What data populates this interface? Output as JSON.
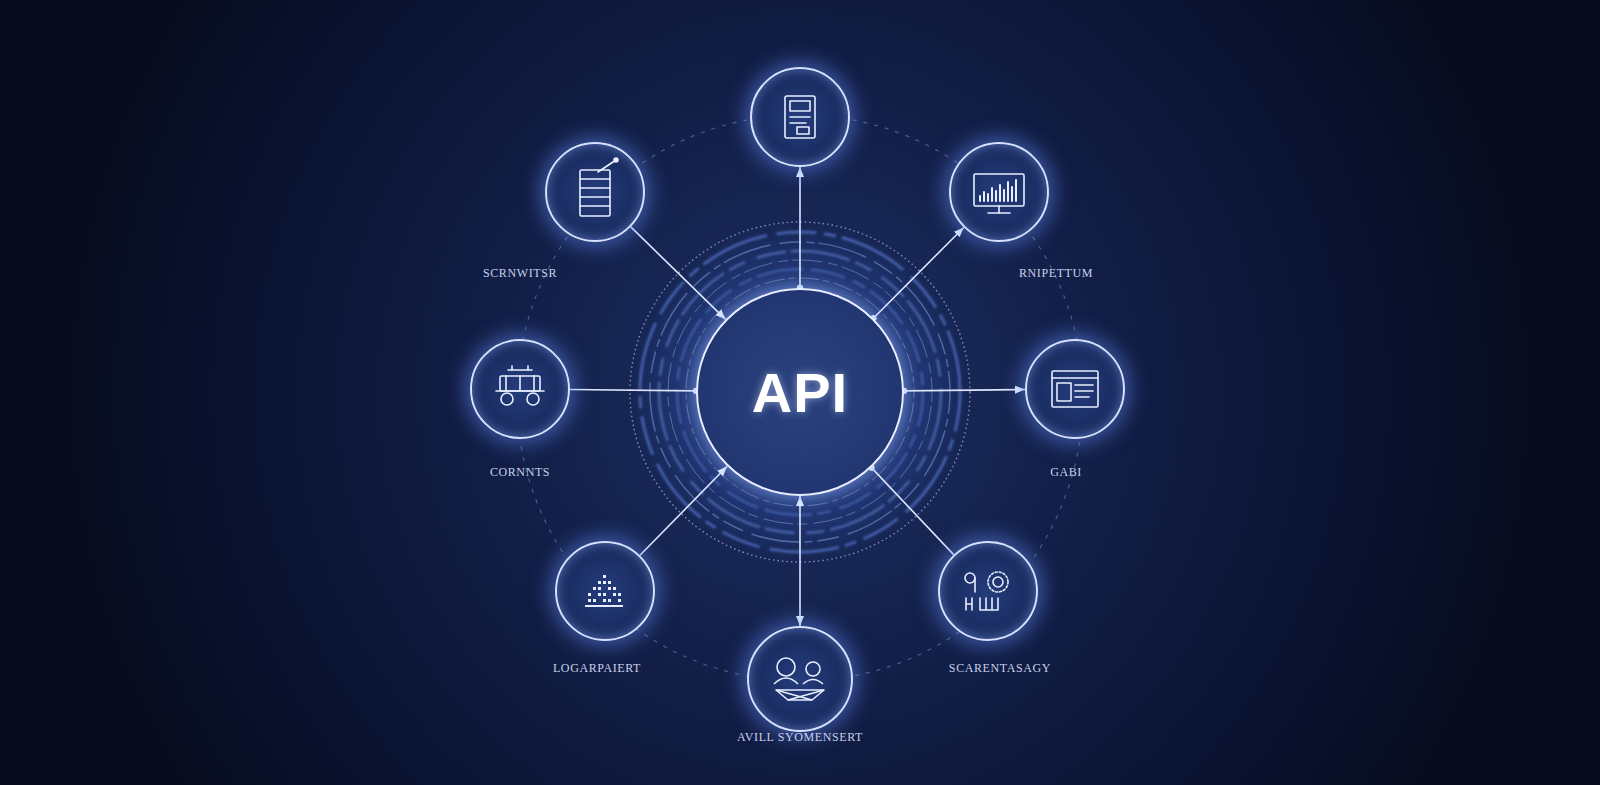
{
  "diagram": {
    "nodes": [
      {
        "text": [
          "API"
        ]
      },
      {
        "text": []
      },
      {
        "text": [
          "SCRNWITSR"
        ]
      },
      {
        "text": [
          "RNIPETTUM"
        ]
      },
      {
        "text": [
          "CORNNTS"
        ]
      },
      {
        "text": [
          "GABI"
        ]
      },
      {
        "text": [
          "LOGARPAIERT"
        ]
      },
      {
        "text": [
          "SCARENTASAGY"
        ]
      },
      {
        "text": [
          "AVILL SYOMENSERT"
        ]
      }
    ],
    "edges": [
      {
        "from": 0,
        "to": 1,
        "arrow": "to"
      },
      {
        "from": 2,
        "to": 0,
        "arrow": "to"
      },
      {
        "from": 0,
        "to": 3,
        "arrow": "to"
      },
      {
        "from": 4,
        "to": 0,
        "arrow": "none"
      },
      {
        "from": 0,
        "to": 5,
        "arrow": "to"
      },
      {
        "from": 6,
        "to": 0,
        "arrow": "to"
      },
      {
        "from": 0,
        "to": 7,
        "arrow": "none"
      },
      {
        "from": 0,
        "to": 8,
        "arrow": "both"
      }
    ]
  }
}
